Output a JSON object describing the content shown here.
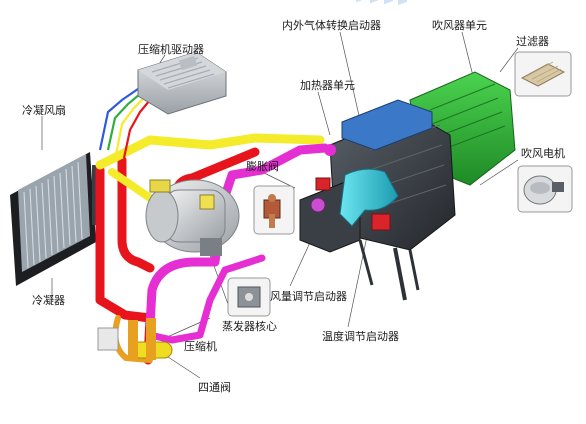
{
  "labels": {
    "compressor_driver": "压缩机驱动器",
    "inner_outer_air_actuator": "内外气体转换启动器",
    "blower_unit": "吹风器单元",
    "filter": "过滤器",
    "heater_unit": "加热器单元",
    "condenser_fan": "冷凝风扇",
    "expansion_valve": "膨胀阀",
    "blower_motor": "吹风电机",
    "condenser": "冷凝器",
    "air_volume_actuator": "风量调节启动器",
    "evaporator_core": "蒸发器核心",
    "compressor": "压缩机",
    "temperature_actuator": "温度调节启动器",
    "four_way_valve": "四通阀"
  },
  "colors": {
    "pipe_red": "#e8141c",
    "pipe_magenta": "#e52fd3",
    "pipe_yellow": "#f4ec2a",
    "wire_blue": "#2d5be0",
    "wire_green": "#2fae3e",
    "hvac_green": "#27b32f",
    "duct_cyan": "#2bc7d8",
    "duct_blue": "#3b78c8",
    "housing_dark": "#2e3238"
  },
  "icons": {
    "filter": "filter-icon",
    "blower_motor": "blower-motor-icon",
    "expansion_valve": "expansion-valve-icon",
    "air_volume_actuator": "actuator-icon"
  }
}
